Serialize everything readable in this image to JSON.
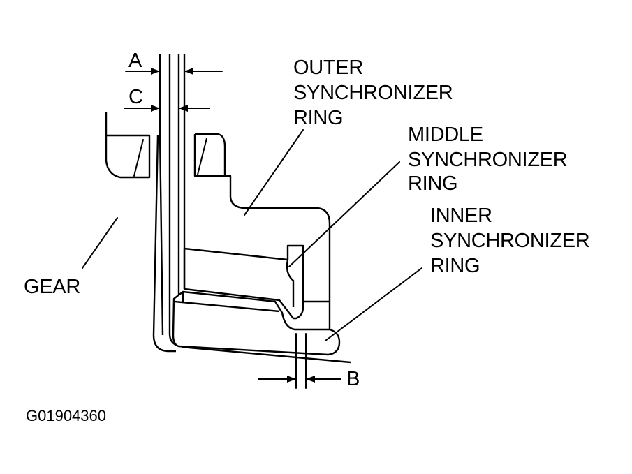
{
  "labels": {
    "a": "A",
    "b": "B",
    "c": "C",
    "outer": [
      "OUTER",
      "SYNCHRONIZER",
      "RING"
    ],
    "middle": [
      "MIDDLE",
      "SYNCHRONIZER",
      "RING"
    ],
    "inner": [
      "INNER",
      "SYNCHRONIZER",
      "RING"
    ],
    "gear": "GEAR",
    "figure_id": "G01904360"
  }
}
